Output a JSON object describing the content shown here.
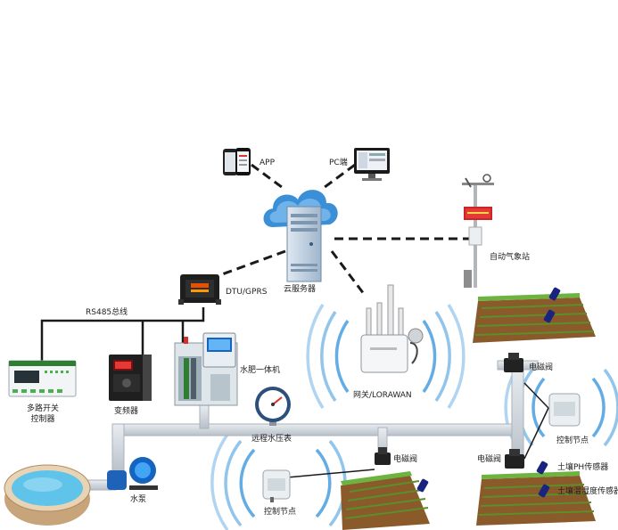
{
  "labels": {
    "app": "APP",
    "pc": "PC端",
    "cloud_server": "云服务器",
    "weather_station": "自动气象站",
    "dtu": "DTU/GPRS",
    "rs485": "RS485总线",
    "multi_switch_line1": "多路开关",
    "multi_switch_line2": "控制器",
    "inverter": "变频器",
    "fertigation": "水肥一体机",
    "gateway": "网关/LORAWAN",
    "pressure_gauge": "远程水压表",
    "pump": "水泵",
    "control_node_bottom": "控制节点",
    "solenoid_valve_mid": "电磁阀",
    "solenoid_valve_right_top": "电磁阀",
    "solenoid_valve_right_bottom": "电磁阀",
    "control_node_right": "控制节点",
    "soil_ph_sensor": "土壤PH传感器",
    "soil_moisture_sensor": "土壤温湿度传感器"
  },
  "colors": {
    "pipe": "#c9cfd6",
    "cloud": "#3b8fd6",
    "wave": "#4a9ee0",
    "wire": "#1a1a1a",
    "water": "#5fc3ea",
    "soil": "#8a5a2b",
    "grass": "#6db33f",
    "gauge_ring": "#2c4f7c"
  }
}
